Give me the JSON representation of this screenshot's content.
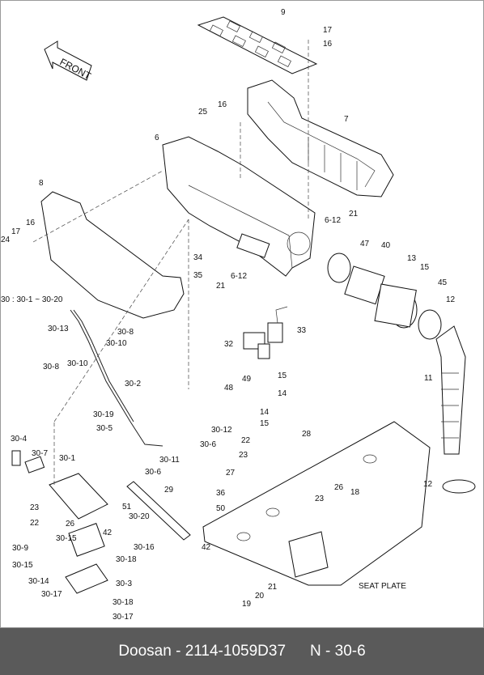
{
  "front_label": "FRONT",
  "seat_plate_label": "SEAT PLATE",
  "footer": {
    "part_ref": "Doosan - 2114-1059D37",
    "page": "N - 30-6"
  },
  "callouts": [
    "9",
    "17",
    "16",
    "25",
    "16",
    "7",
    "6",
    "8",
    "17",
    "16",
    "24",
    "30 : 30-1 ~ 30-20",
    "21",
    "6-12",
    "47",
    "40",
    "13",
    "15",
    "45",
    "12",
    "34",
    "35",
    "6-12",
    "21",
    "30-13",
    "30-8",
    "30-10",
    "30-8",
    "30-10",
    "33",
    "32",
    "49",
    "15",
    "48",
    "14",
    "11",
    "30-2",
    "30-19",
    "30-5",
    "30-12",
    "30-6",
    "14",
    "15",
    "28",
    "30-4",
    "30-7",
    "30-11",
    "22",
    "23",
    "30-1",
    "30-6",
    "27",
    "23",
    "22",
    "51",
    "30-20",
    "29",
    "36",
    "50",
    "23",
    "26",
    "18",
    "12",
    "26",
    "42",
    "30-16",
    "30-15",
    "30-9",
    "30-15",
    "30-14",
    "30-17",
    "30-18",
    "30-3",
    "42",
    "21",
    "20",
    "19",
    "30-18",
    "30-17"
  ]
}
